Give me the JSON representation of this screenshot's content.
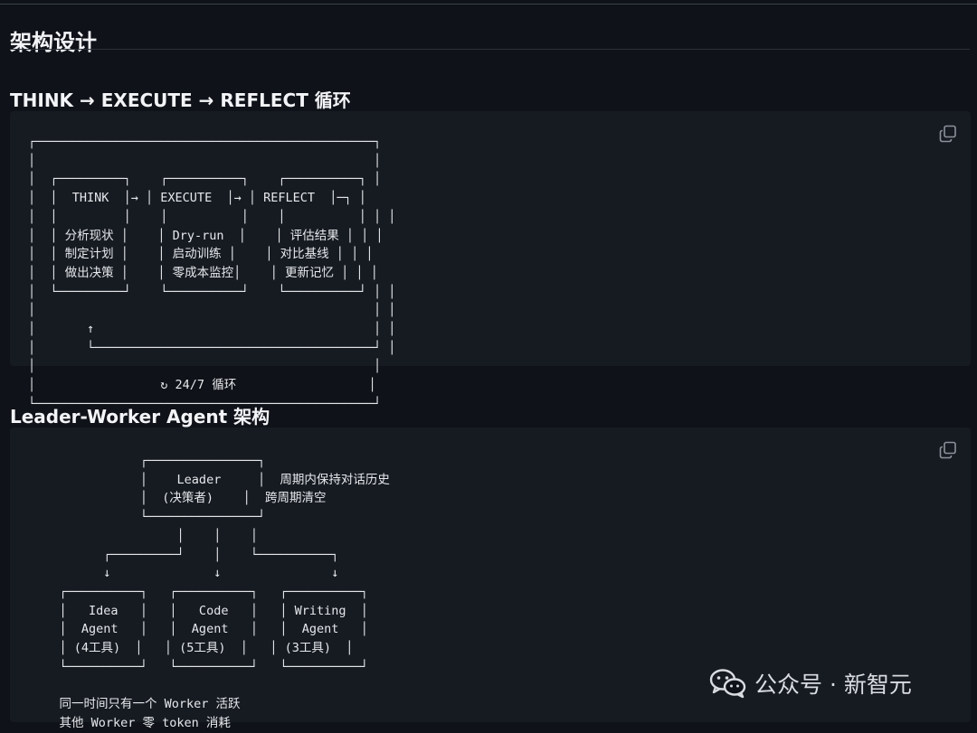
{
  "page": {
    "title": "架构设计"
  },
  "sections": [
    {
      "heading": "THINK → EXECUTE → REFLECT 循环",
      "code": "┌──────────────────────────────────────────────┐\n│                                              │\n│  ┌─────────┐    ┌──────────┐    ┌──────────┐ │\n│  │  THINK  │→ │ EXECUTE  │→ │ REFLECT  │─┐ │\n│  │         │    │          │    │          │ │ │\n│  │ 分析现状 │    │ Dry-run  │    │ 评估结果 │ │ │\n│  │ 制定计划 │    │ 启动训练 │    │ 对比基线 │ │ │\n│  │ 做出决策 │    │ 零成本监控│    │ 更新记忆 │ │ │\n│  └─────────┘    └──────────┘    └──────────┘ │ │\n│                                              │ │\n│       ↑                                      │ │\n│       └──────────────────────────────────────┘ │\n│                                              │\n│                 ↻ 24/7 循环                  │\n└──────────────────────────────────────────────┘"
    },
    {
      "heading": "Leader-Worker Agent 架构",
      "code": "               ┌───────────────┐\n               │    Leader     │  周期内保持对话历史\n               │  (决策者)    │  跨周期清空\n               └───────────────┘\n                    │    │    │\n          ┌─────────┘    │    └──────────┐\n          ↓              ↓               ↓\n    ┌──────────┐   ┌──────────┐   ┌──────────┐\n    │   Idea   │   │   Code   │   │ Writing  │\n    │  Agent   │   │  Agent   │   │  Agent   │\n    │ (4工具)  │   │ (5工具)  │   │ (3工具)  │\n    └──────────┘   └──────────┘   └──────────┘\n\n    同一时间只有一个 Worker 活跃\n    其他 Worker 零 token 消耗"
    }
  ],
  "watermark": {
    "icon": "wechat-icon",
    "text": "公众号 · 新智元"
  },
  "colors": {
    "background": "#0f1218",
    "code_background": "#161b22",
    "text": "#e6e8eb",
    "rule": "#2c3139",
    "icon": "#8b929b"
  }
}
